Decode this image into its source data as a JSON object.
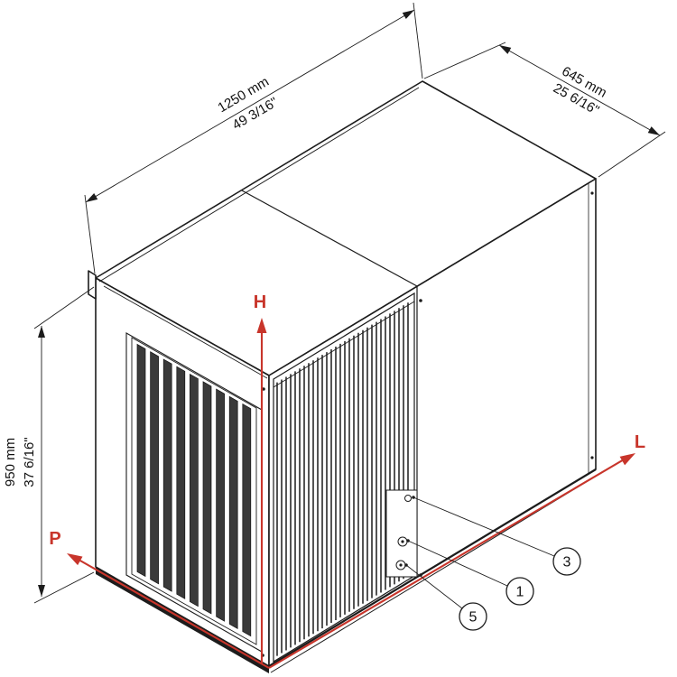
{
  "dimensions": {
    "width": {
      "mm": "1250 mm",
      "inch": "49 3/16\""
    },
    "depth": {
      "mm": "645 mm",
      "inch": "25 6/16\""
    },
    "height": {
      "mm": "950 mm",
      "inch": "37 6/16\""
    }
  },
  "axes": {
    "height": "H",
    "length": "L",
    "depth": "P"
  },
  "callouts": [
    {
      "number": "3"
    },
    {
      "number": "1"
    },
    {
      "number": "5"
    }
  ],
  "colors": {
    "line": "#1c1c1c",
    "accent_red": "#c8352b",
    "background": "#ffffff"
  }
}
